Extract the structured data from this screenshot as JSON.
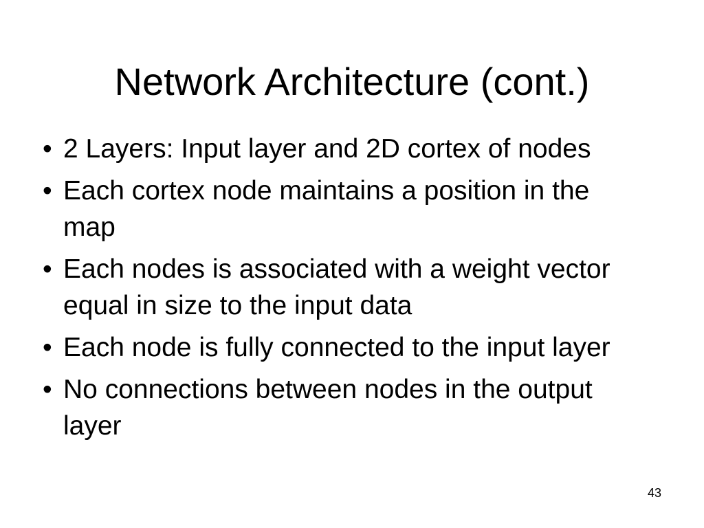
{
  "slide": {
    "title": "Network Architecture (cont.)",
    "bullet_marker": "•",
    "bullets": [
      "2 Layers: Input layer and 2D cortex of nodes",
      "Each cortex node maintains a position in the map",
      "Each nodes is associated with a weight vector equal in size to the input data",
      "Each node is fully connected to the input layer",
      "No connections between nodes in the output layer"
    ],
    "page_number": "43"
  }
}
